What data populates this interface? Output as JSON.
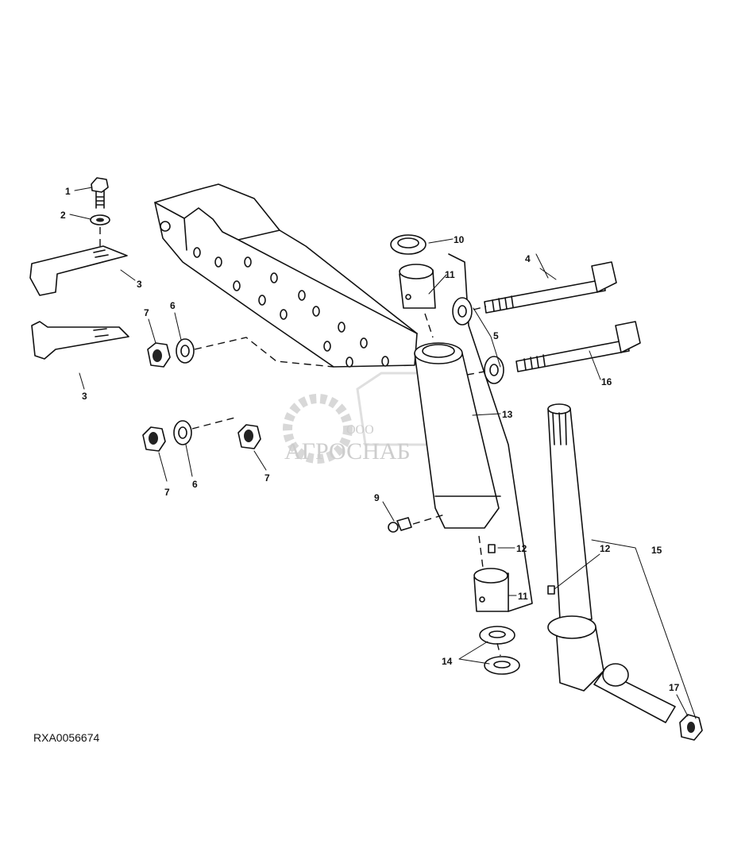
{
  "diagram_code": "RXA0056674",
  "watermark": {
    "prefix": "ООО",
    "brand": "АГРОСНАБ"
  },
  "callouts": [
    "1",
    "2",
    "3",
    "3",
    "4",
    "5",
    "6",
    "7",
    "16",
    "10",
    "11",
    "13",
    "7",
    "6",
    "7",
    "9",
    "12",
    "11",
    "14",
    "12",
    "15",
    "17"
  ]
}
